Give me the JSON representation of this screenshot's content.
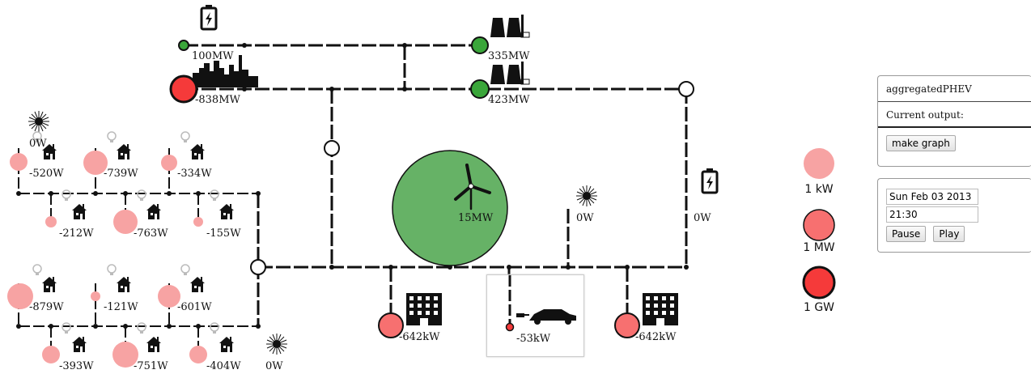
{
  "grid": {
    "top": {
      "battery_output": "100MW",
      "city_output": "-838MW",
      "power_plant_1_output": "335MW",
      "power_plant_2_output": "423MW"
    },
    "storage_right_output": "0W",
    "wind_turbine_output": "15MW",
    "solar_center_output": "0W",
    "solar_left_top_output": "0W",
    "solar_left_bottom_output": "0W",
    "houses_cluster_top": {
      "upper": [
        "-520W",
        "-739W",
        "-334W"
      ],
      "lower": [
        "-212W",
        "-763W",
        "-155W"
      ]
    },
    "houses_cluster_bottom": {
      "upper": [
        "-879W",
        "-121W",
        "-601W"
      ],
      "lower": [
        "-393W",
        "-751W",
        "-404W"
      ]
    },
    "office_left_output": "-642kW",
    "office_right_output": "-642kW",
    "ev_output": "-53kW"
  },
  "legend": {
    "items": [
      {
        "label": "1 kW",
        "color": "#f7a3a3"
      },
      {
        "label": "1 MW",
        "color": "#f77070"
      },
      {
        "label": "1 GW",
        "color": "#f53a3a"
      }
    ]
  },
  "info_panel": {
    "title": "aggregatedPHEV",
    "current_output_label": "Current output:",
    "make_graph_label": "make graph"
  },
  "time_panel": {
    "date_value": "Sun Feb 03 2013",
    "time_value": "21:30",
    "pause_label": "Pause",
    "play_label": "Play"
  },
  "colors": {
    "consumer_light": "#f7a3a3",
    "consumer_mid": "#f77070",
    "consumer_strong": "#f53a3a",
    "producer": "#3aa63a",
    "wind_fill": "#66b266"
  }
}
